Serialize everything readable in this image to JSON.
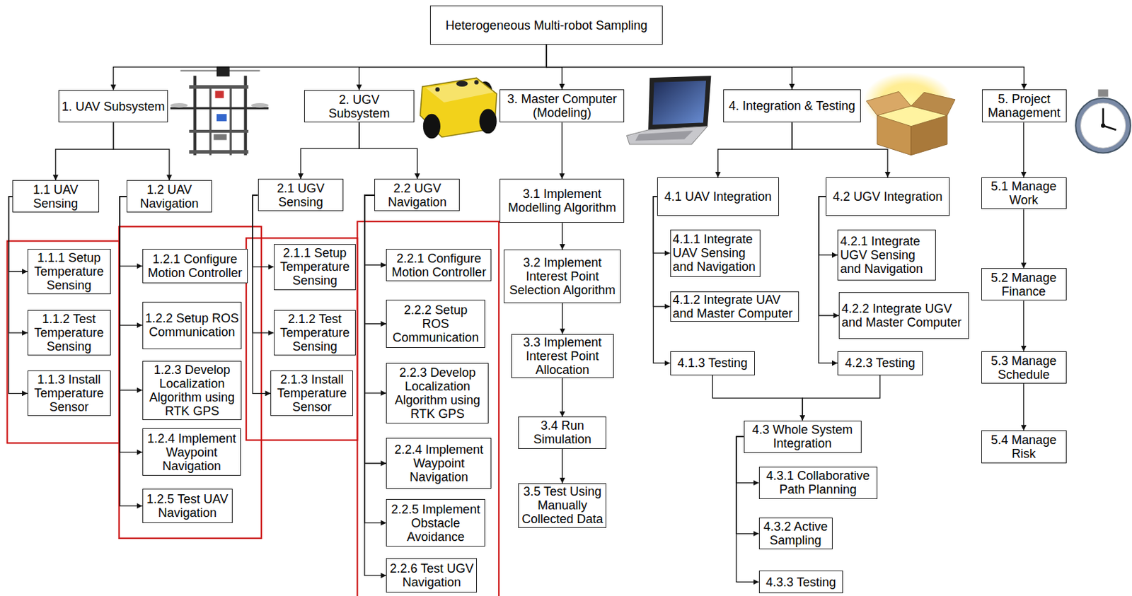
{
  "diagram": {
    "nodes": [
      {
        "text": [
          "Heterogeneous Multi-robot Sampling"
        ]
      },
      {
        "text": [
          "1. UAV Subsystem"
        ]
      },
      {
        "text": [
          "2. UGV Subsystem"
        ]
      },
      {
        "text": [
          "3. Master Computer (Modeling)"
        ]
      },
      {
        "text": [
          "4. Integration & Testing"
        ]
      },
      {
        "text": [
          "5. Project Management"
        ]
      },
      {
        "text": [
          "1.1 UAV Sensing"
        ]
      },
      {
        "text": [
          "1.2 UAV Navigation"
        ]
      },
      {
        "text": [
          "1.1.1 Setup Temperature Sensing"
        ]
      },
      {
        "text": [
          "1.1.2 Test Temperature Sensing"
        ]
      },
      {
        "text": [
          "1.1.3 Install Temperature Sensor"
        ]
      },
      {
        "text": [
          "1.2.1 Configure Motion Controller"
        ]
      },
      {
        "text": [
          "1.2.2 Setup ROS Communication"
        ]
      },
      {
        "text": [
          "1.2.3 Develop Localization Algorithm using RTK GPS"
        ]
      },
      {
        "text": [
          "1.2.4 Implement Waypoint Navigation"
        ]
      },
      {
        "text": [
          "1.2.5 Test UAV Navigation"
        ]
      },
      {
        "text": [
          "2.1 UGV Sensing"
        ]
      },
      {
        "text": [
          "2.2 UGV Navigation"
        ]
      },
      {
        "text": [
          "2.1.1 Setup Temperature Sensing"
        ]
      },
      {
        "text": [
          "2.1.2 Test Temperature Sensing"
        ]
      },
      {
        "text": [
          "2.1.3 Install Temperature Sensor"
        ]
      },
      {
        "text": [
          "2.2.1 Configure Motion Controller"
        ]
      },
      {
        "text": [
          "2.2.2 Setup ROS Communication"
        ]
      },
      {
        "text": [
          "2.2.3 Develop Localization Algorithm using RTK GPS"
        ]
      },
      {
        "text": [
          "2.2.4 Implement Waypoint Navigation"
        ]
      },
      {
        "text": [
          "2.2.5 Implement Obstacle Avoidance"
        ]
      },
      {
        "text": [
          "2.2.6 Test UGV Navigation"
        ]
      },
      {
        "text": [
          "3.1 Implement Modelling Algorithm"
        ]
      },
      {
        "text": [
          "3.2 Implement Interest Point Selection Algorithm"
        ]
      },
      {
        "text": [
          "3.3 Implement Interest Point Allocation"
        ]
      },
      {
        "text": [
          "3.4 Run Simulation"
        ]
      },
      {
        "text": [
          "3.5 Test Using Manually Collected Data"
        ]
      },
      {
        "text": [
          "4.1 UAV Integration"
        ]
      },
      {
        "text": [
          "4.1.1 Integrate UAV Sensing and Navigation"
        ]
      },
      {
        "text": [
          "4.1.2 Integrate UAV and Master Computer"
        ]
      },
      {
        "text": [
          "4.1.3 Testing"
        ]
      },
      {
        "text": [
          "4.2 UGV Integration"
        ]
      },
      {
        "text": [
          "4.2.1 Integrate UGV Sensing and Navigation"
        ]
      },
      {
        "text": [
          "4.2.2 Integrate UGV and Master Computer"
        ]
      },
      {
        "text": [
          "4.2.3 Testing"
        ]
      },
      {
        "text": [
          "4.3 Whole System Integration"
        ]
      },
      {
        "text": [
          "4.3.1 Collaborative Path Planning"
        ]
      },
      {
        "text": [
          "4.3.2 Active Sampling"
        ]
      },
      {
        "text": [
          "4.3.3 Testing"
        ]
      },
      {
        "text": [
          "5.1 Manage Work"
        ]
      },
      {
        "text": [
          "5.2 Manage Finance"
        ]
      },
      {
        "text": [
          "5.3 Manage Schedule"
        ]
      },
      {
        "text": [
          "5.4 Manage Risk"
        ]
      }
    ],
    "edges": [
      {
        "from": 0,
        "to": 1,
        "arrow": "to"
      },
      {
        "from": 0,
        "to": 2,
        "arrow": "to"
      },
      {
        "from": 0,
        "to": 3,
        "arrow": "to"
      },
      {
        "from": 0,
        "to": 4,
        "arrow": "to"
      },
      {
        "from": 0,
        "to": 5,
        "arrow": "to"
      },
      {
        "from": 1,
        "to": 6,
        "arrow": "to"
      },
      {
        "from": 1,
        "to": 7,
        "arrow": "to"
      },
      {
        "from": 6,
        "to": 8,
        "arrow": "to"
      },
      {
        "from": 6,
        "to": 9,
        "arrow": "to"
      },
      {
        "from": 6,
        "to": 10,
        "arrow": "to"
      },
      {
        "from": 7,
        "to": 11,
        "arrow": "to"
      },
      {
        "from": 7,
        "to": 12,
        "arrow": "to"
      },
      {
        "from": 7,
        "to": 13,
        "arrow": "to"
      },
      {
        "from": 7,
        "to": 14,
        "arrow": "to"
      },
      {
        "from": 7,
        "to": 15,
        "arrow": "to"
      },
      {
        "from": 2,
        "to": 16,
        "arrow": "to"
      },
      {
        "from": 2,
        "to": 17,
        "arrow": "to"
      },
      {
        "from": 16,
        "to": 18,
        "arrow": "to"
      },
      {
        "from": 16,
        "to": 19,
        "arrow": "to"
      },
      {
        "from": 16,
        "to": 20,
        "arrow": "to"
      },
      {
        "from": 17,
        "to": 21,
        "arrow": "to"
      },
      {
        "from": 17,
        "to": 22,
        "arrow": "to"
      },
      {
        "from": 17,
        "to": 23,
        "arrow": "to"
      },
      {
        "from": 17,
        "to": 24,
        "arrow": "to"
      },
      {
        "from": 17,
        "to": 25,
        "arrow": "to"
      },
      {
        "from": 17,
        "to": 26,
        "arrow": "to"
      },
      {
        "from": 3,
        "to": 27,
        "arrow": "to"
      },
      {
        "from": 27,
        "to": 28,
        "arrow": "to"
      },
      {
        "from": 28,
        "to": 29,
        "arrow": "to"
      },
      {
        "from": 29,
        "to": 30,
        "arrow": "to"
      },
      {
        "from": 30,
        "to": 31,
        "arrow": "to"
      },
      {
        "from": 4,
        "to": 32,
        "arrow": "to"
      },
      {
        "from": 4,
        "to": 36,
        "arrow": "to"
      },
      {
        "from": 32,
        "to": 33,
        "arrow": "to"
      },
      {
        "from": 32,
        "to": 34,
        "arrow": "to"
      },
      {
        "from": 32,
        "to": 35,
        "arrow": "to"
      },
      {
        "from": 36,
        "to": 37,
        "arrow": "to"
      },
      {
        "from": 36,
        "to": 38,
        "arrow": "to"
      },
      {
        "from": 36,
        "to": 39,
        "arrow": "to"
      },
      {
        "from": 35,
        "to": 40,
        "arrow": "to"
      },
      {
        "from": 39,
        "to": 40,
        "arrow": "to"
      },
      {
        "from": 40,
        "to": 41,
        "arrow": "to"
      },
      {
        "from": 40,
        "to": 42,
        "arrow": "to"
      },
      {
        "from": 40,
        "to": 43,
        "arrow": "to"
      },
      {
        "from": 5,
        "to": 44,
        "arrow": "to"
      },
      {
        "from": 44,
        "to": 45,
        "arrow": "to"
      },
      {
        "from": 45,
        "to": 46,
        "arrow": "to"
      },
      {
        "from": 46,
        "to": 47,
        "arrow": "to"
      }
    ]
  }
}
